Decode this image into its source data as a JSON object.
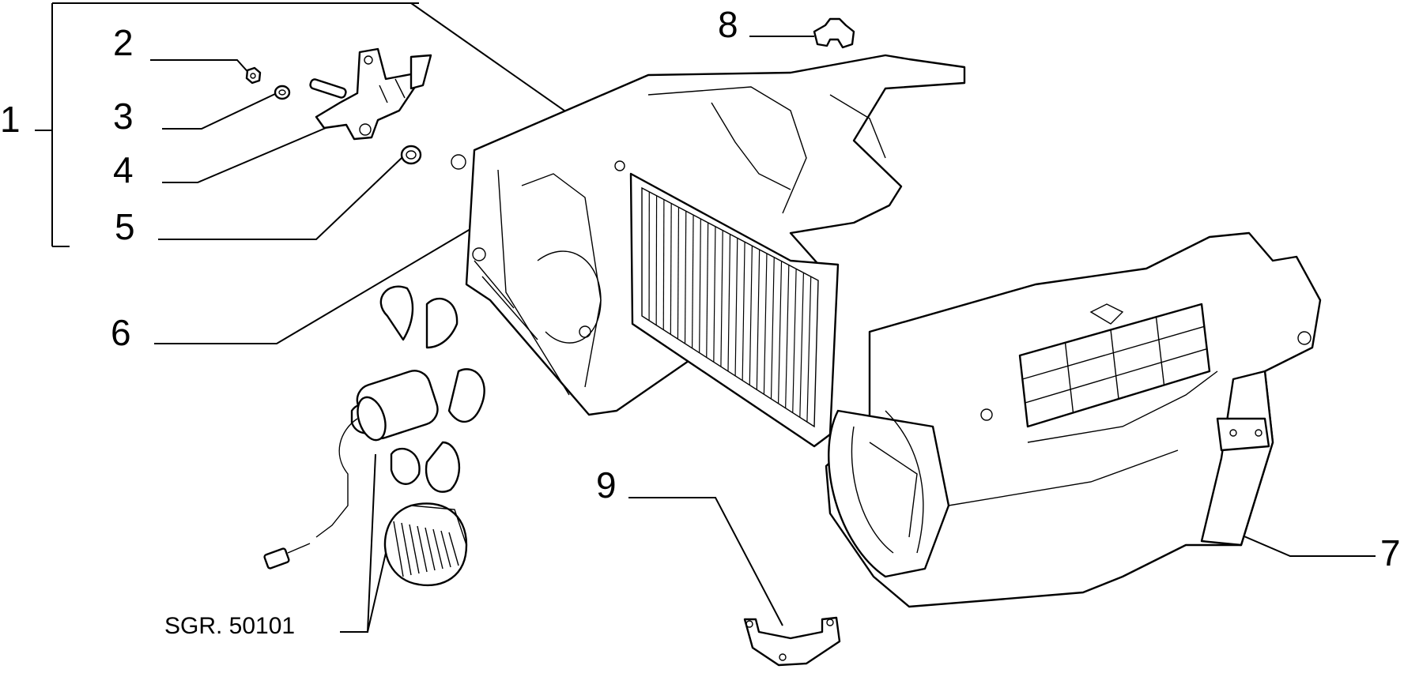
{
  "callouts": {
    "c1": "1",
    "c2": "2",
    "c3": "3",
    "c4": "4",
    "c5": "5",
    "c6": "6",
    "c7": "7",
    "c8": "8",
    "c9": "9"
  },
  "reference_label": "SGR. 50101"
}
